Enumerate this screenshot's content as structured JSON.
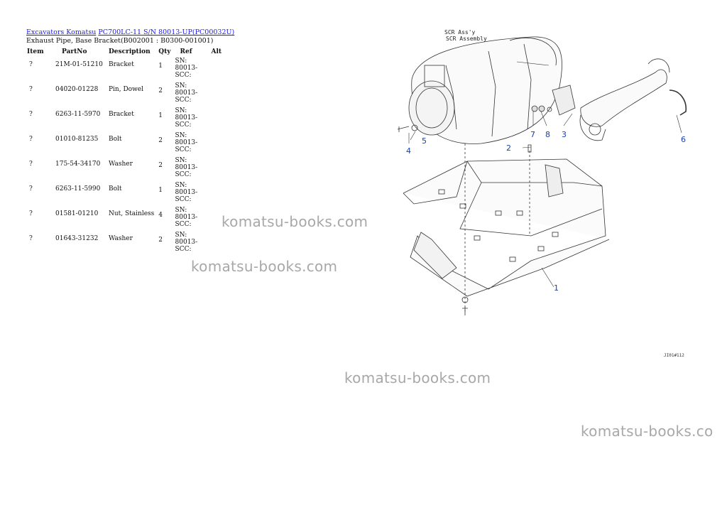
{
  "breadcrumb": {
    "part1": "Excavators Komatsu",
    "part2": "PC700LC-11 S/N 80013-UP(PC00032U)"
  },
  "subtitle": "Exhaust Pipe, Base Bracket(B002001 : B0300-001001)",
  "table": {
    "headers": [
      "Item",
      "PartNo",
      "Description",
      "Qty",
      "Ref",
      "Alt"
    ],
    "rows": [
      {
        "item": "?",
        "partno": "21M-01-51210",
        "desc": "Bracket",
        "qty": "1",
        "ref1": "SN: 80013-",
        "ref2": "SCC:"
      },
      {
        "item": "?",
        "partno": "04020-01228",
        "desc": "Pin, Dowel",
        "qty": "2",
        "ref1": "SN: 80013-",
        "ref2": "SCC:"
      },
      {
        "item": "?",
        "partno": "6263-11-5970",
        "desc": "Bracket",
        "qty": "1",
        "ref1": "SN: 80013-",
        "ref2": "SCC:"
      },
      {
        "item": "?",
        "partno": "01010-81235",
        "desc": "Bolt",
        "qty": "2",
        "ref1": "SN: 80013-",
        "ref2": "SCC:"
      },
      {
        "item": "?",
        "partno": "175-54-34170",
        "desc": "Washer",
        "qty": "2",
        "ref1": "SN: 80013-",
        "ref2": "SCC:"
      },
      {
        "item": "?",
        "partno": "6263-11-5990",
        "desc": "Bolt",
        "qty": "1",
        "ref1": "SN: 80013-",
        "ref2": "SCC:"
      },
      {
        "item": "?",
        "partno": "01581-01210",
        "desc": "Nut, Stainless",
        "qty": "4",
        "ref1": "SN: 80013-",
        "ref2": "SCC:"
      },
      {
        "item": "?",
        "partno": "01643-31232",
        "desc": "Washer",
        "qty": "2",
        "ref1": "SN: 80013-",
        "ref2": "SCC:"
      }
    ]
  },
  "watermarks": [
    "komatsu-books.com",
    "komatsu-books.com",
    "komatsu-books.com",
    "komatsu-books.co"
  ],
  "diagram": {
    "label_line1": "SCR Ass'y",
    "label_line2": "SCR Assembly",
    "callouts": [
      "1",
      "2",
      "3",
      "4",
      "5",
      "6",
      "7",
      "8"
    ],
    "figure_code": "JI01#112",
    "callout_color": "#1a3fa8"
  }
}
